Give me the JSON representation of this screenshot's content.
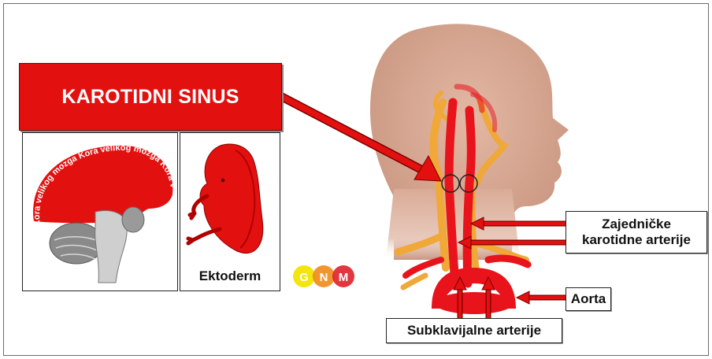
{
  "title": "KAROTIDNI SINUS",
  "brain_text": "Kora velikog mozga Kora velikog mozga Kora velikog mozga",
  "ektoderm_label": "Ektoderm",
  "logo_letters": [
    "G",
    "N",
    "M"
  ],
  "labels": {
    "zajednicke_line1": "Zajedničke",
    "zajednicke_line2": "karotidne arterije",
    "aorta": "Aorta",
    "subklavijalne": "Subklavijalne arterije"
  },
  "colors": {
    "accent_red": "#e31010",
    "artery_red": "#e8131b",
    "vein_orange": "#f0a838",
    "skin": "#dca993",
    "logo_yellow": "#f2e400",
    "logo_orange": "#f08a1a",
    "logo_red": "#e0202a"
  }
}
